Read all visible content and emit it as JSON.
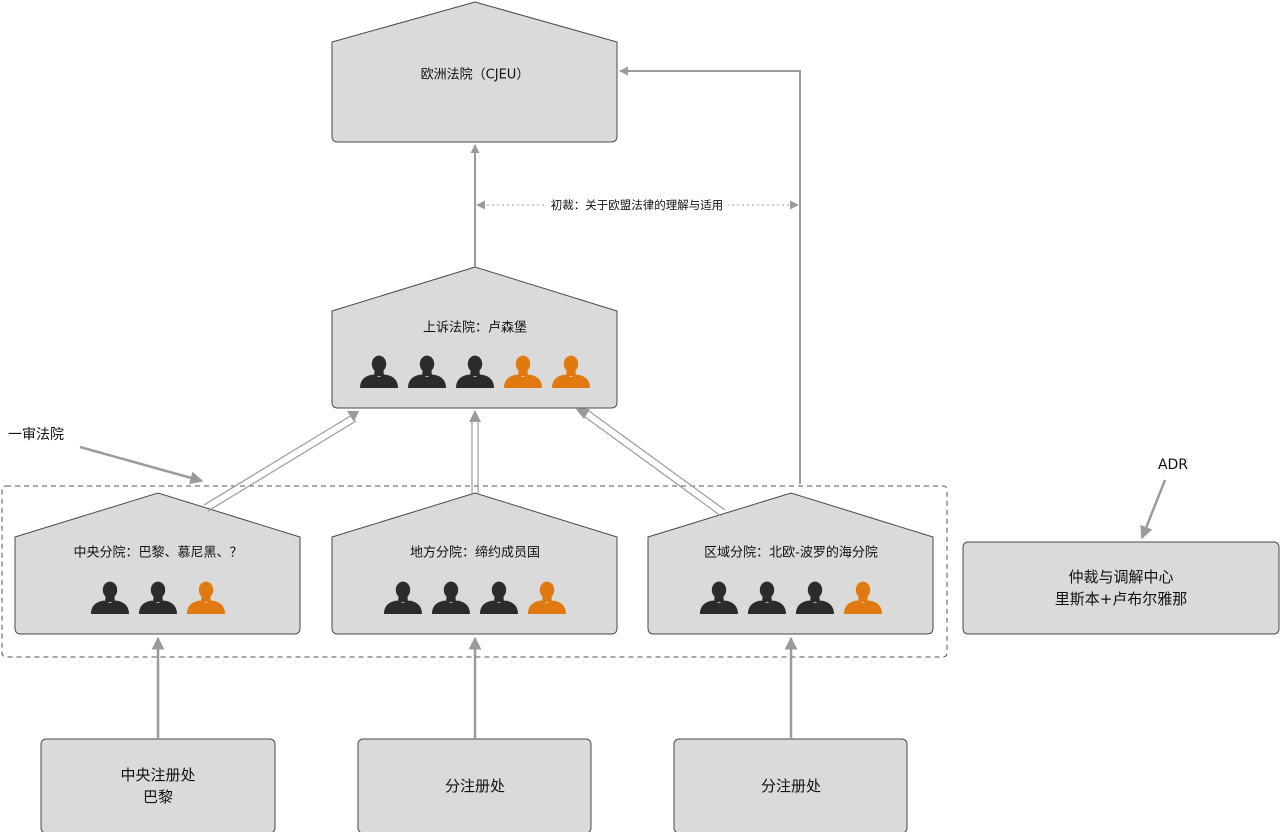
{
  "colors": {
    "box_fill": "#dadada",
    "box_stroke": "#4a4a4a",
    "arrow": "#9b9b9b",
    "judge_dark": "#2b2b2b",
    "judge_orange": "#e07a10"
  },
  "icons": {
    "judge": "person-silhouette-icon"
  },
  "cjeu": {
    "label": "欧洲法院（CJEU）"
  },
  "preliminary": {
    "label": "初裁：关于欧盟法律的理解与适用"
  },
  "appeal": {
    "label": "上诉法院：卢森堡",
    "judges": [
      "legal",
      "legal",
      "legal",
      "technical",
      "technical"
    ]
  },
  "first_instance": {
    "label": "一审法院"
  },
  "divisions": [
    {
      "label": "中央分院：巴黎、慕尼黑、？",
      "judges": [
        "legal",
        "legal",
        "technical"
      ]
    },
    {
      "label": "地方分院：缔约成员国",
      "judges": [
        "legal",
        "legal",
        "legal",
        "technical"
      ]
    },
    {
      "label": "区域分院：北欧-波罗的海分院",
      "judges": [
        "legal",
        "legal",
        "legal",
        "technical"
      ]
    }
  ],
  "adr": {
    "label": "ADR"
  },
  "arbitration": {
    "line1": "仲裁与调解中心",
    "line2": "里斯本+卢布尔雅那"
  },
  "registries": [
    {
      "line1": "中央注册处",
      "line2": "巴黎"
    },
    {
      "line1": "分注册处",
      "line2": ""
    },
    {
      "line1": "分注册处",
      "line2": ""
    }
  ]
}
